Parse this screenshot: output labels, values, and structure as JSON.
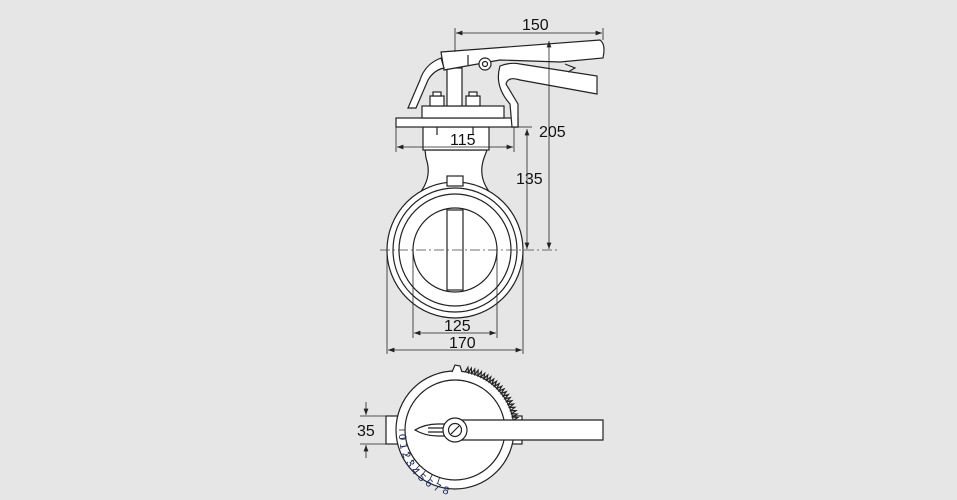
{
  "dimensions": {
    "handle_length": "150",
    "total_height": "205",
    "flange_width": "115",
    "center_to_flange": "135",
    "bore_diameter": "125",
    "outer_diameter": "170",
    "handle_bottom_offset": "35"
  },
  "position_scale": [
    "0",
    "1",
    "2",
    "3",
    "4",
    "5",
    "6",
    "7",
    "8"
  ]
}
